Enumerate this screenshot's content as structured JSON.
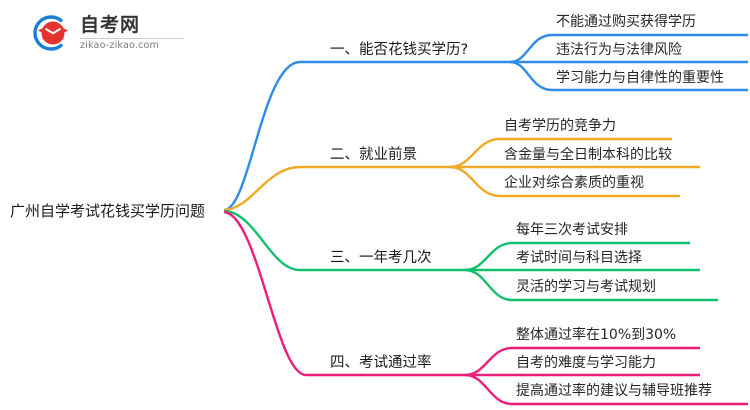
{
  "logo": {
    "name_cn": "自考网",
    "url": "zikao-zikao.com",
    "mark_icon": "graduation-cap-icon",
    "mark_colors": {
      "arc": "#1a7fd4",
      "cap": "#e3342f"
    }
  },
  "mindmap": {
    "root": {
      "label": "广州自学考试花钱买学历问题"
    },
    "branches": [
      {
        "label": "一、能否花钱买学历?",
        "color": "#2e8ce8",
        "leaves": [
          {
            "label": "不能通过购买获得学历"
          },
          {
            "label": "违法行为与法律风险"
          },
          {
            "label": "学习能力与自律性的重要性"
          }
        ]
      },
      {
        "label": "二、就业前景",
        "color": "#f0a926",
        "leaves": [
          {
            "label": "自考学历的竞争力"
          },
          {
            "label": "含金量与全日制本科的比较"
          },
          {
            "label": "企业对综合素质的重视"
          }
        ]
      },
      {
        "label": "三、一年考几次",
        "color": "#13bf6d",
        "leaves": [
          {
            "label": "每年三次考试安排"
          },
          {
            "label": "考试时间与科目选择"
          },
          {
            "label": "灵活的学习与考试规划"
          }
        ]
      },
      {
        "label": "四、考试通过率",
        "color": "#ea1e79",
        "leaves": [
          {
            "label": "整体通过率在10%到30%"
          },
          {
            "label": "自考的难度与学习能力"
          },
          {
            "label": "提高通过率的建议与辅导班推荐"
          }
        ]
      }
    ]
  }
}
